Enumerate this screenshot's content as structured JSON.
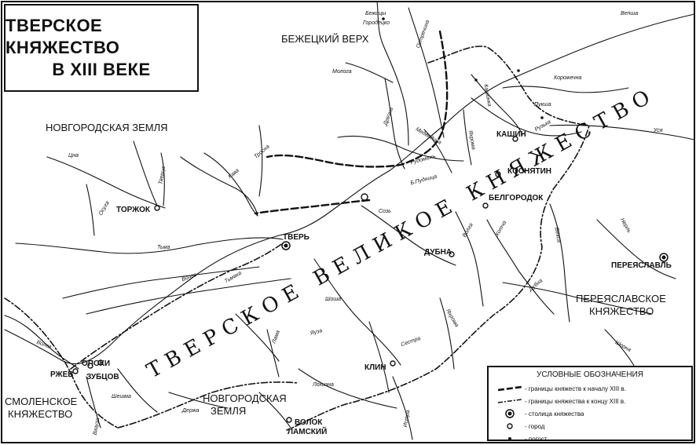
{
  "title": {
    "line1": "ТВЕРСКОЕ КНЯЖЕСТВО",
    "line2": "В XIII ВЕКЕ"
  },
  "big_label": "ТВЕРСКОЕ ВЕЛИКОЕ КНЯЖЕСТВО",
  "regions": {
    "bezhetsky_verkh": "БЕЖЕЦКИЙ ВЕРХ",
    "novgorod_land_north": "НОВГОРОДСКАЯ ЗЕМЛЯ",
    "smolensk_1": "СМОЛЕНСКОЕ",
    "smolensk_2": "КНЯЖЕСТВО",
    "novgorod_land_south_1": "НОВГОРОДСКАЯ",
    "novgorod_land_south_2": "ЗЕМЛЯ",
    "pereslavl_1": "ПЕРЕЯСЛАВСКОЕ",
    "pereslavl_2": "КНЯЖЕСТВО"
  },
  "cities": {
    "tver": "ТВЕРЬ",
    "torzhok": "ТОРЖОК",
    "kashin": "КАШИН",
    "kosnyatin": "КОСНЯТИН",
    "belgorodok": "БЕЛГОРОДОК",
    "dubna": "ДУБНА",
    "klin": "КЛИН",
    "pereslavl": "ПЕРЕЯСЛАВЛЬ",
    "rzhev": "РЖЕВ",
    "opoki": "ОПОКИ",
    "zubtsov": "ЗУБЦОВ",
    "volok_1": "ВОЛОК",
    "volok_2": "ЛАМСКИЙ",
    "bezhitsy": "Бежицы",
    "gorodetsko": "Городецко"
  },
  "rivers": {
    "mologa": "Молога",
    "ostrechina": "Остречина",
    "vepsha": "Вепша",
    "kashinka": "Кашинка",
    "korozhechna": "Корожечна",
    "puksha": "Пукша",
    "ruzhka": "Рузька",
    "usya": "Уся",
    "drezna": "Дрезна",
    "medveditsa": "Медведица",
    "yakhroma_north": "Яхрома",
    "tsna": "Цна",
    "osuga": "Осуга",
    "tvertsa": "Тверца",
    "trosna": "Тросна",
    "kava": "Кава",
    "rudomezh": "Рудомежь",
    "b_pudnitsa": "Б.Пудница",
    "sos": "Созь",
    "volga_center": "Волга",
    "khotcha": "Хотча",
    "vyoksa": "Вёкса",
    "nerl": "Нерль",
    "dubna_river": "Дубна",
    "tma": "Тьма",
    "volga_west": "Волга",
    "tmaka": "Тьмака",
    "shosha": "Шоша",
    "yakhroma_south": "Яхрома",
    "sestra": "Сестра",
    "sheresha": "Шерна",
    "lama": "Лама",
    "yauza": "Яуза",
    "volga_sw": "Волга",
    "vazuza": "Вазуза",
    "shesha": "Шешма",
    "derzha": "Держа",
    "lokhizha": "Лохизна",
    "istra": "Истра"
  },
  "legend": {
    "title": "УСЛОВНЫЕ ОБОЗНАЧЕНИЯ",
    "items": [
      "- границы княжеств к началу XIII в.",
      "- границы княжества к концу XIII в.",
      "- столица княжества",
      "- город",
      "- погост"
    ]
  },
  "colors": {
    "ink": "#111111",
    "paper": "#ffffff"
  }
}
